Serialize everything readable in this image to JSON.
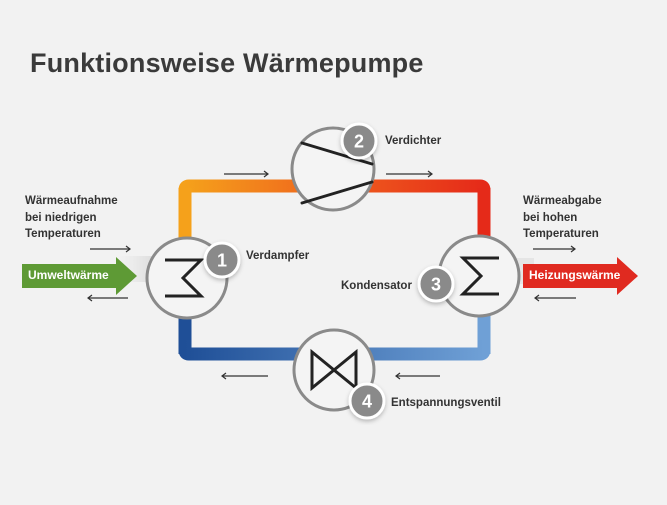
{
  "title": "Funktionsweise Wärmepumpe",
  "left_info": [
    "Wärmeaufnahme",
    "bei niedrigen",
    "Temperaturen"
  ],
  "right_info": [
    "Wärmeabgabe",
    "bei hohen",
    "Temperaturen"
  ],
  "input_arrow": {
    "label": "Umweltwärme",
    "color": "#5e9a35"
  },
  "output_arrow": {
    "label": "Heizungswärme",
    "color": "#e02a20"
  },
  "components": [
    {
      "number": "1",
      "label": "Verdampfer"
    },
    {
      "number": "2",
      "label": "Verdichter"
    },
    {
      "number": "3",
      "label": "Kondensator"
    },
    {
      "number": "4",
      "label": "Entspannungsventil"
    }
  ],
  "colors": {
    "hot": "#e52a19",
    "warm": "#f5a11b",
    "cold": "#1f4f97",
    "cool": "#6fa0d6",
    "badge": "#8a8a8a"
  }
}
